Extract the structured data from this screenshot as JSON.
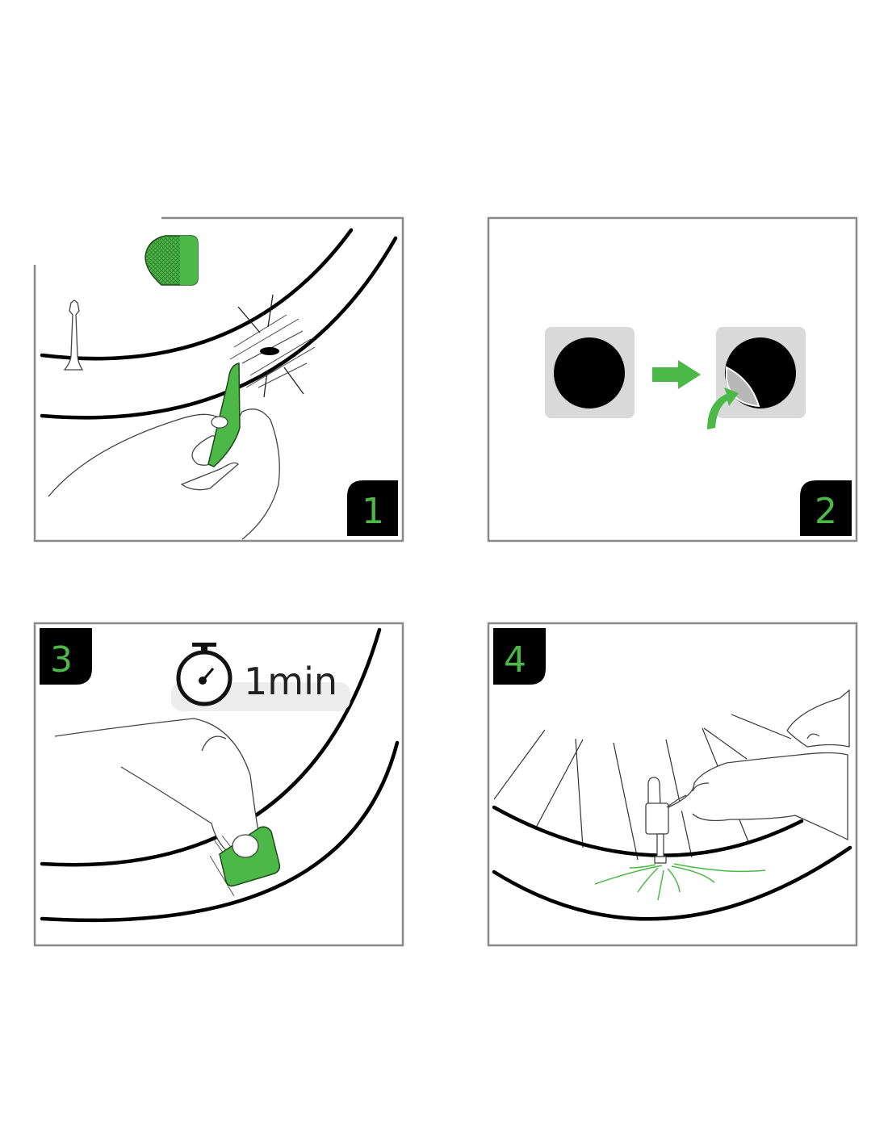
{
  "steps": [
    {
      "number": "1"
    },
    {
      "number": "2"
    },
    {
      "number": "3",
      "timer_label": "1min"
    },
    {
      "number": "4"
    }
  ],
  "colors": {
    "accent": "#4cb847",
    "badge": "#000000",
    "frame": "#8a8a8a"
  },
  "icons": [
    "patch-icon",
    "valve-icon",
    "sandpaper-icon",
    "arrow-right-icon",
    "peel-arrow-icon",
    "stopwatch-icon",
    "pump-icon"
  ]
}
